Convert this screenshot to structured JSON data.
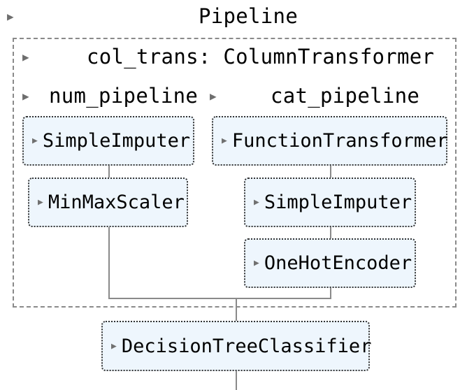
{
  "pipeline": {
    "title": "Pipeline"
  },
  "col_trans": {
    "title": "col_trans: ColumnTransformer"
  },
  "num_pipeline": {
    "title": "num_pipeline",
    "steps": [
      "SimpleImputer",
      "MinMaxScaler"
    ]
  },
  "cat_pipeline": {
    "title": "cat_pipeline",
    "steps": [
      "FunctionTransformer",
      "SimpleImputer",
      "OneHotEncoder"
    ]
  },
  "final_step": {
    "label": "DecisionTreeClassifier"
  },
  "icons": {
    "expander": "triangle-right-icon"
  }
}
